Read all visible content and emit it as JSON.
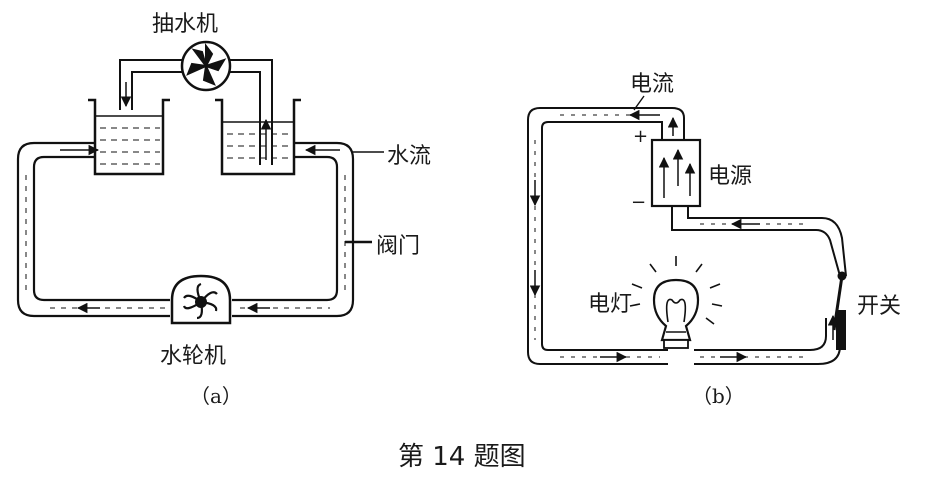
{
  "figure_a": {
    "pump_label": "抽水机",
    "flow_label": "水流",
    "valve_label": "阀门",
    "turbine_label": "水轮机",
    "caption": "（a）"
  },
  "figure_b": {
    "current_label": "电流",
    "source_label": "电源",
    "plus_sign": "+",
    "minus_sign": "−",
    "lamp_label": "电灯",
    "switch_label": "开关",
    "caption": "（b）"
  },
  "figure_title": "第 14 题图"
}
